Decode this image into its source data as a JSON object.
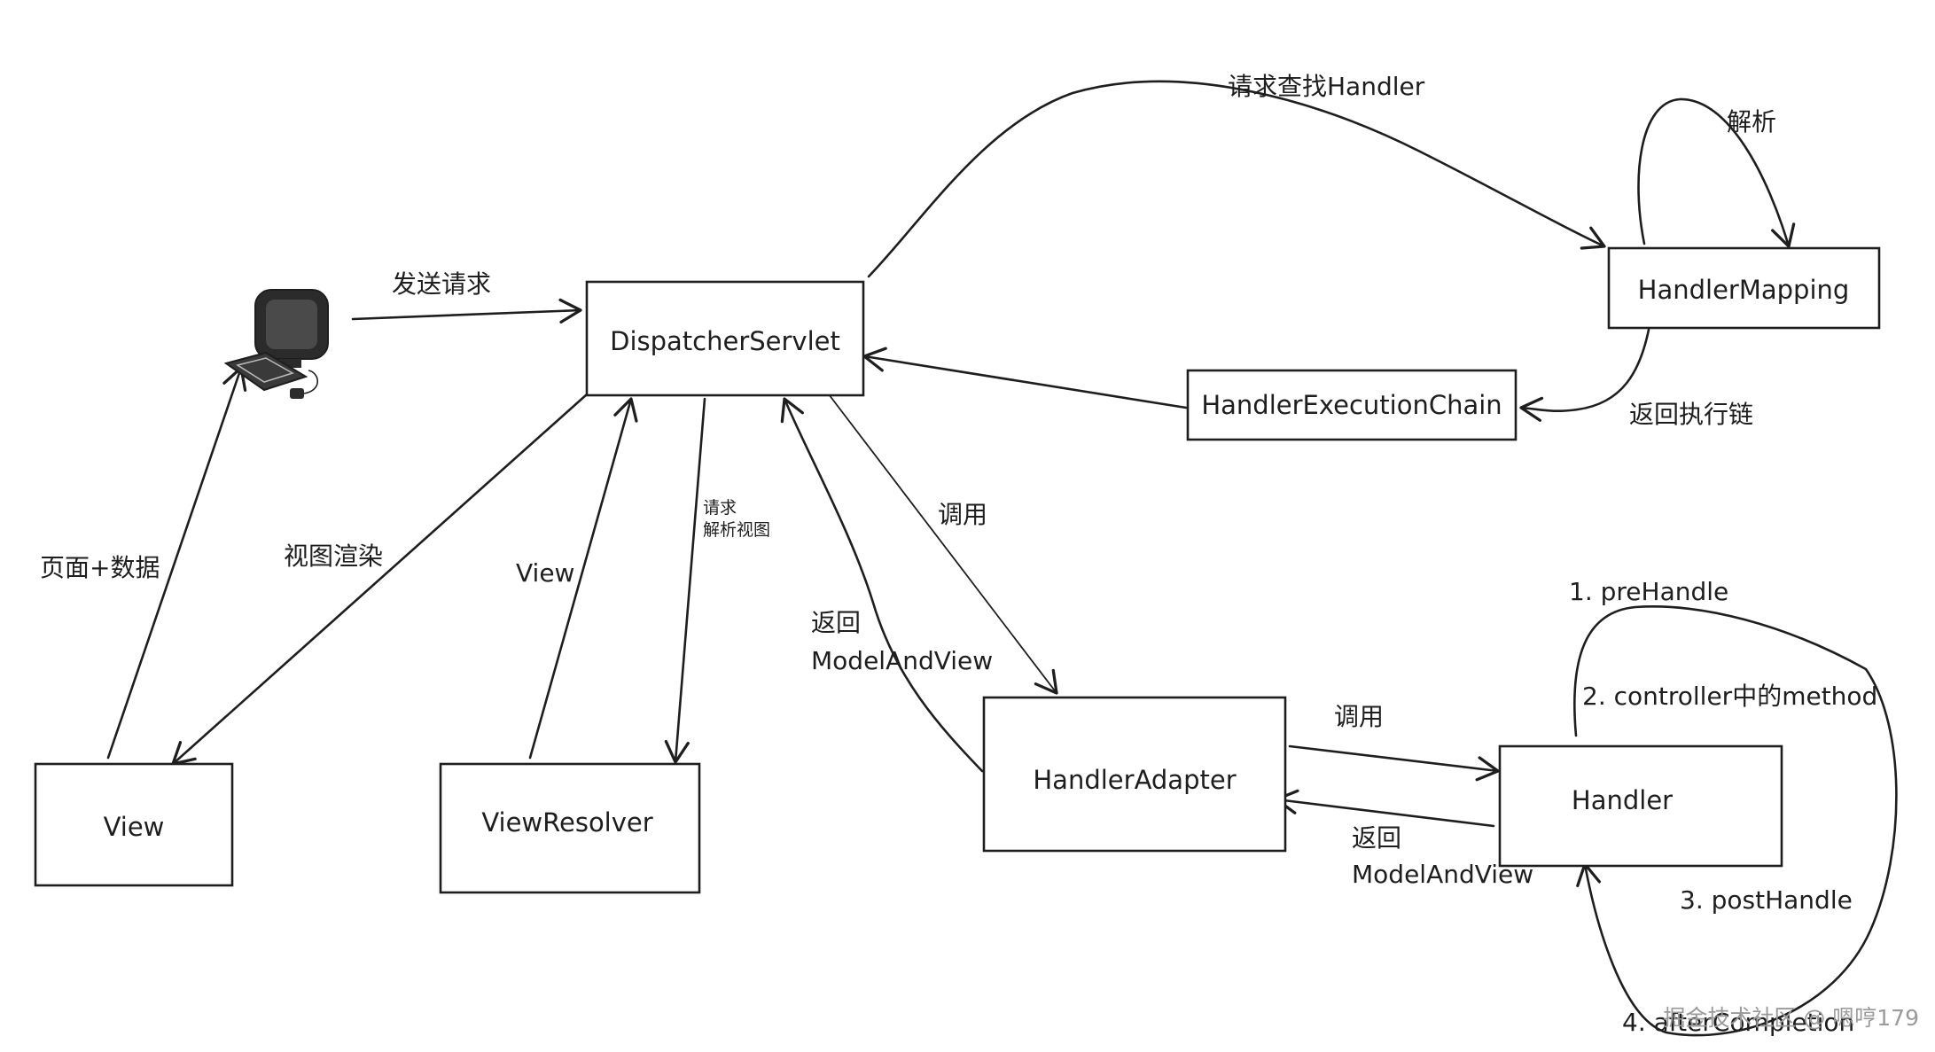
{
  "diagram": {
    "nodes": {
      "dispatcher": "DispatcherServlet",
      "mapping": "HandlerMapping",
      "chain": "HandlerExecutionChain",
      "adapter": "HandlerAdapter",
      "handler": "Handler",
      "view": "View",
      "resolver": "ViewResolver"
    },
    "client_icon": "computer-icon",
    "edges": {
      "send_request": "发送请求",
      "find_handler": "请求查找Handler",
      "parse": "解析",
      "return_chain": "返回执行链",
      "invoke_adapter": "调用",
      "invoke_handler": "调用",
      "return_mav_line1": "返回",
      "return_mav_line2": "ModelAndView",
      "handler_return_line1": "返回",
      "handler_return_line2": "ModelAndView",
      "resolve_line1": "请求",
      "resolve_line2": "解析视图",
      "view_from_resolver": "View",
      "render_view": "视图渲染",
      "page_data": "页面+数据"
    },
    "handler_steps": [
      "1. preHandle",
      "2. controller中的method",
      "3. postHandle",
      "4. afterCompletion"
    ]
  },
  "watermark": "掘金技术社区 @ 嗯哼179",
  "colors": {
    "stroke": "#1e1e1e",
    "background": "#ffffff",
    "watermark": "#9a9a9a"
  }
}
